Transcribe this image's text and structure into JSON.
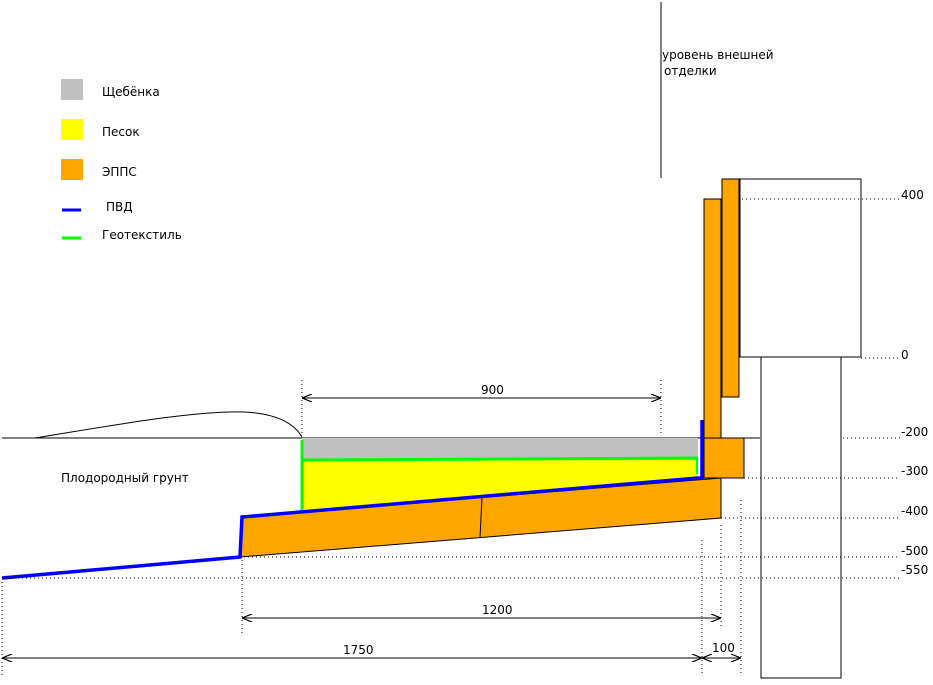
{
  "legend": {
    "items": [
      {
        "label": "Щебёнка",
        "color": "#c0c0c0",
        "kind": "swatch"
      },
      {
        "label": "Песок",
        "color": "#ffff00",
        "kind": "swatch"
      },
      {
        "label": "ЭППС",
        "color": "#ffa500",
        "kind": "swatch"
      },
      {
        "label": "ПВД",
        "color": "#0000ff",
        "kind": "line"
      },
      {
        "label": "Геотекстиль",
        "color": "#00ff00",
        "kind": "line"
      }
    ]
  },
  "annotations": {
    "finish_level_line1": "уровень внешней",
    "finish_level_line2": "отделки",
    "soil_label": "Плодородный грунт"
  },
  "levels": [
    "400",
    "0",
    "-200",
    "-300",
    "-400",
    "-500",
    "-550"
  ],
  "dimensions": {
    "d900": "900",
    "d1200": "1200",
    "d1750": "1750",
    "d100": "100"
  },
  "colors": {
    "gravel": "#c0c0c0",
    "sand": "#ffff00",
    "xps": "#ffa500",
    "film": "#0000ff",
    "geotextile": "#00ff00"
  }
}
